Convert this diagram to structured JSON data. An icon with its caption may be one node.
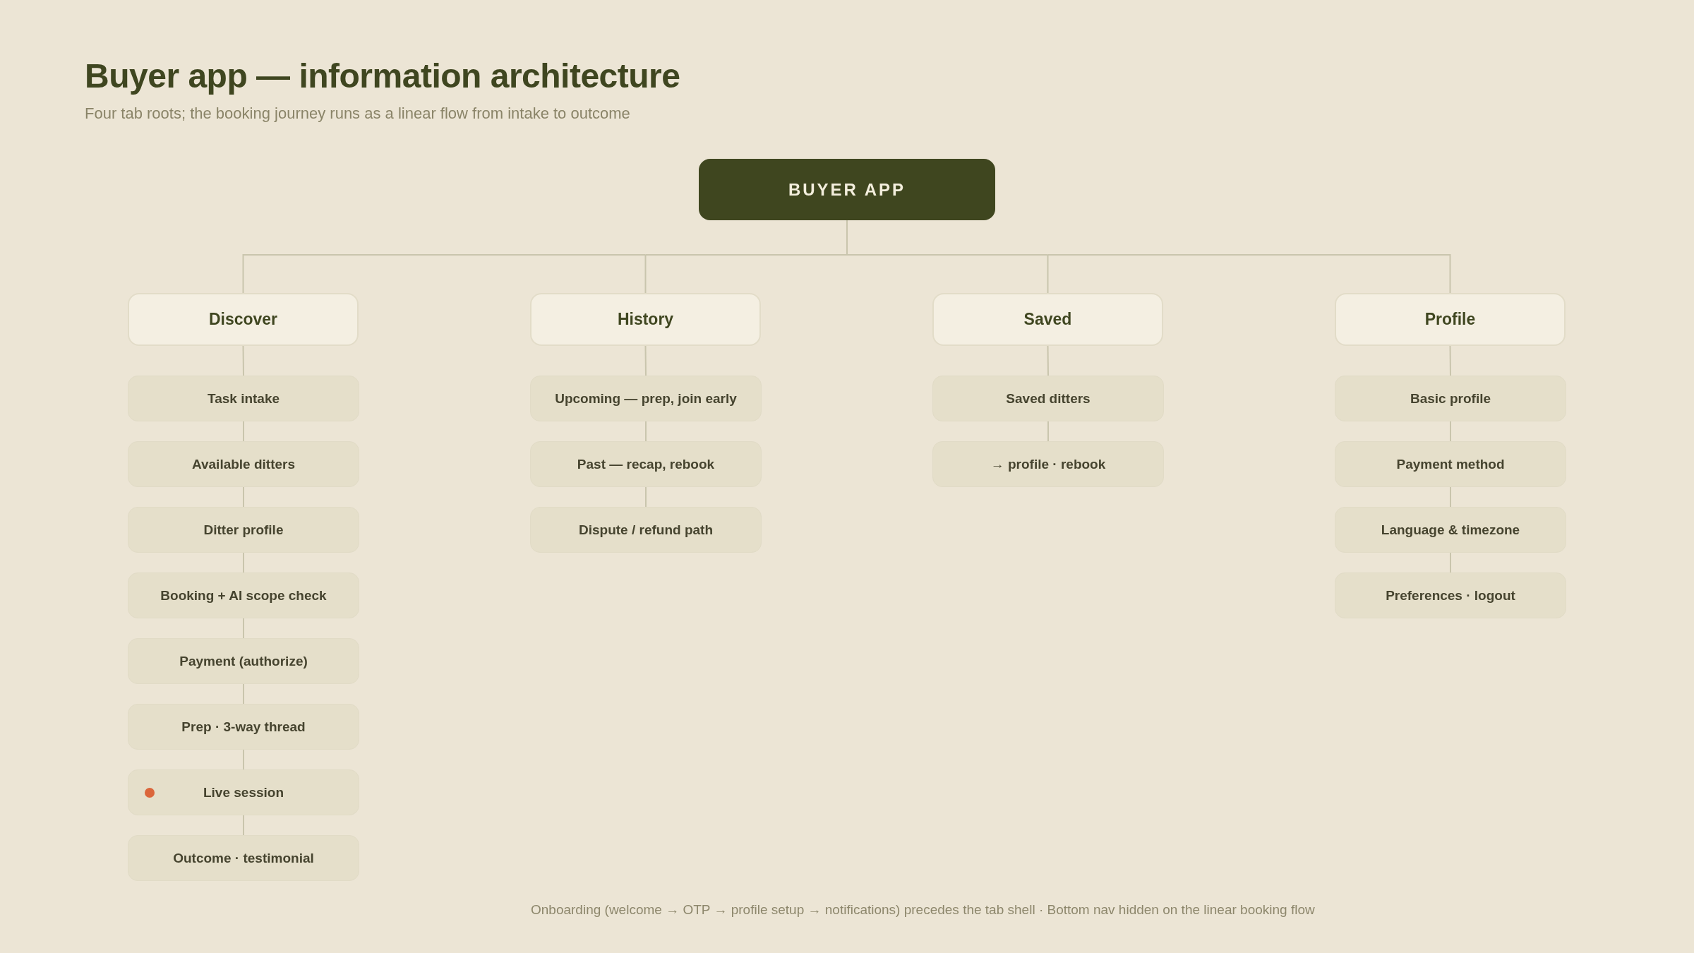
{
  "diagram": {
    "title": "Buyer app — information architecture",
    "caption": "Onboarding (welcome → OTP → profile setup → notifications) precedes the tab shell · Bottom nav hidden on the linear booking flow",
    "labels": [
      "Four tab roots; the booking journey runs as a linear flow from intake to outcome"
    ],
    "nodes": [
      {
        "text": [
          "BUYER APP"
        ]
      },
      {
        "text": [
          "Discover"
        ]
      },
      {
        "text": [
          "History"
        ]
      },
      {
        "text": [
          "Saved"
        ]
      },
      {
        "text": [
          "Profile"
        ]
      },
      {
        "text": [
          "Task intake"
        ]
      },
      {
        "text": [
          "Available ditters"
        ]
      },
      {
        "text": [
          "Ditter profile"
        ]
      },
      {
        "text": [
          "Booking + AI scope check"
        ]
      },
      {
        "text": [
          "Payment (authorize)"
        ]
      },
      {
        "text": [
          "Prep · 3-way thread"
        ]
      },
      {
        "text": [
          "Live session"
        ]
      },
      {
        "text": [
          "Outcome · testimonial"
        ]
      },
      {
        "text": [
          "Upcoming — prep, join early"
        ]
      },
      {
        "text": [
          "Past — recap, rebook"
        ]
      },
      {
        "text": [
          "Dispute / refund path"
        ]
      },
      {
        "text": [
          "Saved ditters"
        ]
      },
      {
        "text": [
          "→ profile · rebook"
        ]
      },
      {
        "text": [
          "Basic profile"
        ]
      },
      {
        "text": [
          "Payment method"
        ]
      },
      {
        "text": [
          "Language & timezone"
        ]
      },
      {
        "text": [
          "Preferences · logout"
        ]
      }
    ],
    "edges": [
      {
        "from": 0,
        "to": 1,
        "arrow": "none"
      },
      {
        "from": 0,
        "to": 2,
        "arrow": "none"
      },
      {
        "from": 0,
        "to": 3,
        "arrow": "none"
      },
      {
        "from": 0,
        "to": 4,
        "arrow": "none"
      },
      {
        "from": 1,
        "to": 5,
        "arrow": "none"
      },
      {
        "from": 5,
        "to": 6,
        "arrow": "none"
      },
      {
        "from": 6,
        "to": 7,
        "arrow": "none"
      },
      {
        "from": 7,
        "to": 8,
        "arrow": "none"
      },
      {
        "from": 8,
        "to": 9,
        "arrow": "none"
      },
      {
        "from": 9,
        "to": 10,
        "arrow": "none"
      },
      {
        "from": 10,
        "to": 11,
        "arrow": "none"
      },
      {
        "from": 11,
        "to": 12,
        "arrow": "none"
      },
      {
        "from": 2,
        "to": 13,
        "arrow": "none"
      },
      {
        "from": 13,
        "to": 14,
        "arrow": "none"
      },
      {
        "from": 14,
        "to": 15,
        "arrow": "none"
      },
      {
        "from": 3,
        "to": 16,
        "arrow": "none"
      },
      {
        "from": 16,
        "to": 17,
        "arrow": "none"
      },
      {
        "from": 4,
        "to": 18,
        "arrow": "none"
      },
      {
        "from": 18,
        "to": 19,
        "arrow": "none"
      },
      {
        "from": 19,
        "to": 20,
        "arrow": "none"
      },
      {
        "from": 20,
        "to": 21,
        "arrow": "none"
      }
    ]
  }
}
